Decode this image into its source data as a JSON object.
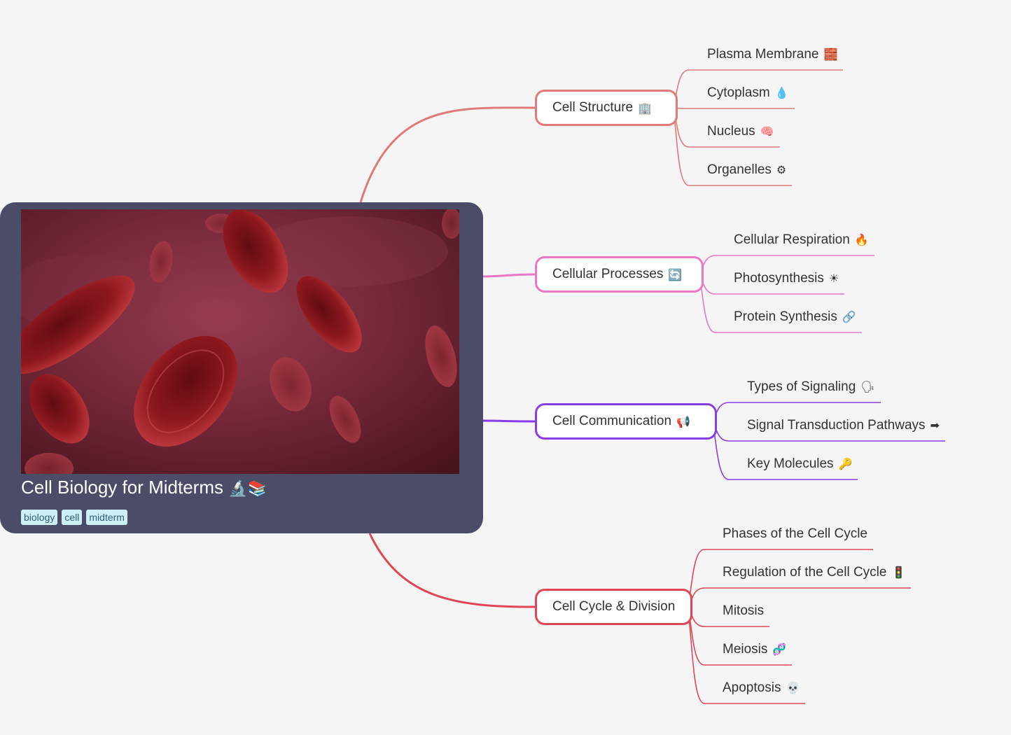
{
  "root": {
    "title": "Cell Biology for Midterms",
    "title_emoji": "🔬📚",
    "image_icon": "red-blood-cells-image",
    "tags": [
      "biology",
      "cell",
      "midterm"
    ]
  },
  "branches": [
    {
      "label": "Cell Structure",
      "emoji": "🏢",
      "color": "#e07a7a",
      "children": [
        {
          "label": "Plasma Membrane",
          "emoji": "🧱"
        },
        {
          "label": "Cytoplasm",
          "emoji": "💧"
        },
        {
          "label": "Nucleus",
          "emoji": "🧠"
        },
        {
          "label": "Organelles",
          "emoji": "⚙"
        }
      ]
    },
    {
      "label": "Cellular Processes",
      "emoji": "🔄",
      "color": "#e878c6",
      "children": [
        {
          "label": "Cellular Respiration",
          "emoji": "🔥"
        },
        {
          "label": "Photosynthesis",
          "emoji": "☀"
        },
        {
          "label": "Protein Synthesis",
          "emoji": "🔗"
        }
      ]
    },
    {
      "label": "Cell Communication",
      "emoji": "📢",
      "color": "#8a3de6",
      "children": [
        {
          "label": "Types of Signaling",
          "emoji": "🗣"
        },
        {
          "label": "Signal Transduction Pathways",
          "emoji": "➡"
        },
        {
          "label": "Key Molecules",
          "emoji": "🔑"
        }
      ]
    },
    {
      "label": "Cell Cycle & Division",
      "emoji": "",
      "color": "#e04656",
      "children": [
        {
          "label": "Phases of the Cell Cycle",
          "emoji": ""
        },
        {
          "label": "Regulation of the Cell Cycle",
          "emoji": "🚦"
        },
        {
          "label": "Mitosis",
          "emoji": ""
        },
        {
          "label": "Meiosis",
          "emoji": "🧬"
        },
        {
          "label": "Apoptosis",
          "emoji": "💀"
        }
      ]
    }
  ]
}
